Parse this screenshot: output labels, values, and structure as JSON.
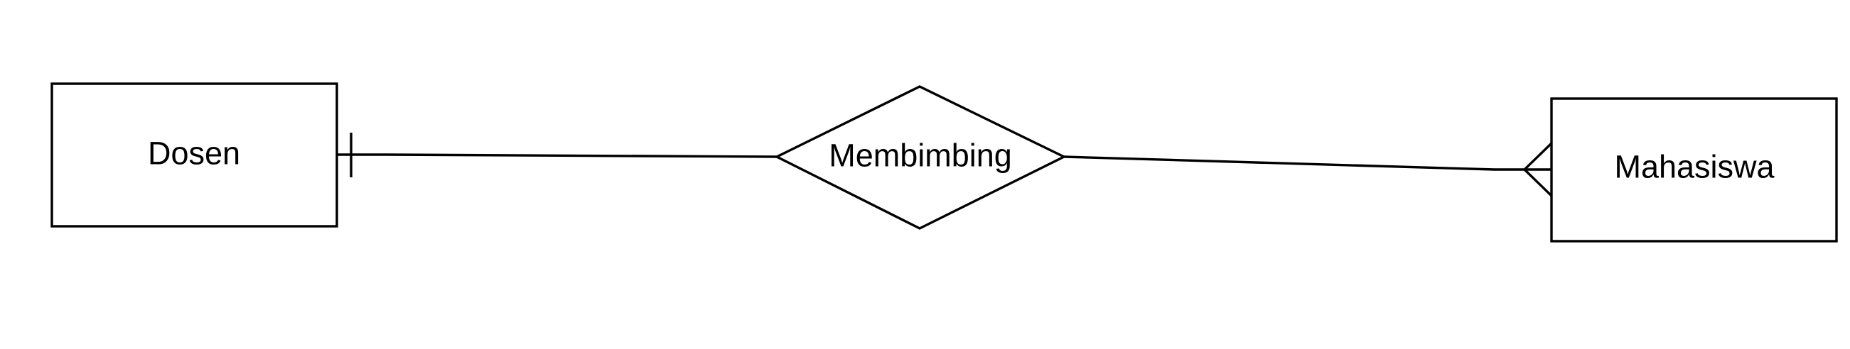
{
  "diagram": {
    "type": "er-diagram",
    "entities": [
      {
        "id": "dosen",
        "label": "Dosen"
      },
      {
        "id": "mahasiswa",
        "label": "Mahasiswa"
      }
    ],
    "relationships": [
      {
        "id": "membimbing",
        "label": "Membimbing",
        "from": "dosen",
        "to": "mahasiswa"
      }
    ],
    "cardinality": {
      "dosen_end": "one",
      "mahasiswa_end": "many"
    },
    "colors": {
      "stroke": "#000000",
      "fill": "#ffffff"
    }
  }
}
